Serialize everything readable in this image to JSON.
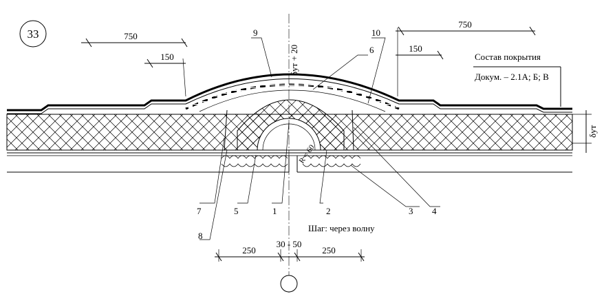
{
  "detail_number": "33",
  "dimensions": {
    "left_750": "750",
    "left_150": "150",
    "right_750": "750",
    "right_150": "150",
    "bottom_left_250": "250",
    "bottom_gap": "30 - 50",
    "bottom_right_250": "250",
    "vertical_top": "δут + 20",
    "right_thickness": "δут",
    "radius": "R = 60"
  },
  "callouts": [
    "1",
    "2",
    "3",
    "4",
    "5",
    "6",
    "7",
    "8",
    "9",
    "10"
  ],
  "composition": {
    "title": "Состав покрытия",
    "doc": "Докум. – 2.1А; Б; В"
  },
  "step_note": "Шаг: через волну"
}
